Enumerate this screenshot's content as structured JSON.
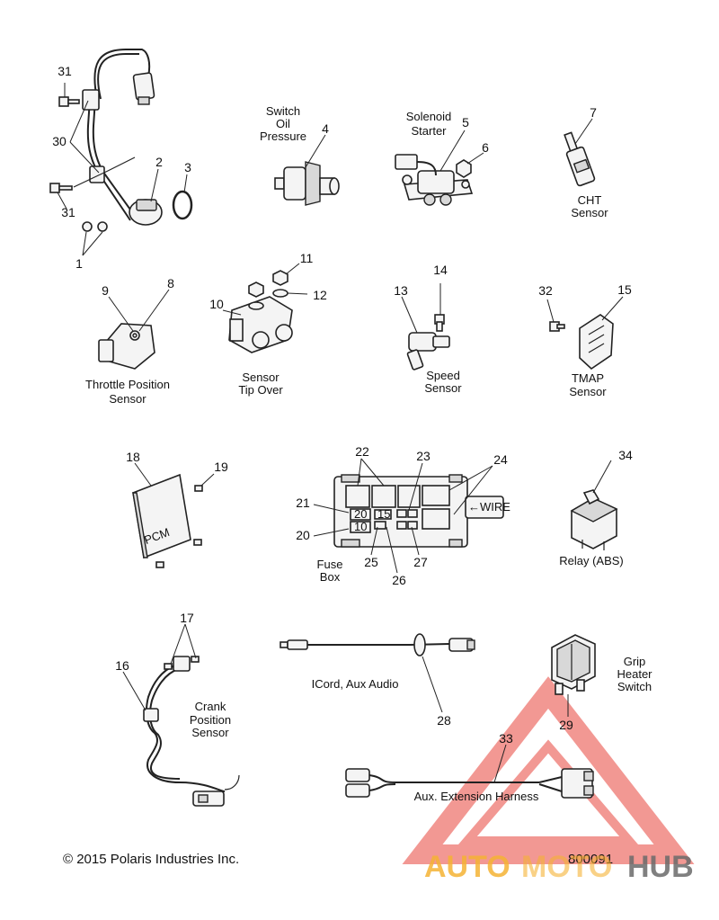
{
  "labels": {
    "switch_oil_pressure": [
      "Switch",
      "Oil",
      "Pressure"
    ],
    "solenoid_starter": [
      "Solenoid",
      "Starter"
    ],
    "cht_sensor": [
      "CHT",
      "Sensor"
    ],
    "throttle_position_sensor": [
      "Throttle Position",
      "Sensor"
    ],
    "sensor_tip_over": [
      "Sensor",
      "Tip Over"
    ],
    "speed_sensor": [
      "Speed",
      "Sensor"
    ],
    "tmap_sensor": [
      "TMAP",
      "Sensor"
    ],
    "fuse_box": [
      "Fuse",
      "Box"
    ],
    "relay_abs": "Relay (ABS)",
    "crank_position_sensor": [
      "Crank",
      "Position",
      "Sensor"
    ],
    "icord_aux_audio": "ICord, Aux Audio",
    "grip_heater_switch": [
      "Grip",
      "Heater",
      "Switch"
    ],
    "aux_extension_harness": "Aux. Extension Harness"
  },
  "part_text": {
    "pcm": "PCM",
    "wire_arrow": "←WIRE",
    "fuse_20": "20",
    "fuse_10": "10",
    "fuse_15": "15"
  },
  "callouts": {
    "c1": "1",
    "c2": "2",
    "c3": "3",
    "c4": "4",
    "c5": "5",
    "c6": "6",
    "c7": "7",
    "c8": "8",
    "c9": "9",
    "c10": "10",
    "c11": "11",
    "c12": "12",
    "c13": "13",
    "c14": "14",
    "c15": "15",
    "c16": "16",
    "c17": "17",
    "c18": "18",
    "c19": "19",
    "c20": "20",
    "c21": "21",
    "c22": "22",
    "c23": "23",
    "c24": "24",
    "c25": "25",
    "c26": "26",
    "c27": "27",
    "c28": "28",
    "c29": "29",
    "c30": "30",
    "c31a": "31",
    "c31b": "31",
    "c32": "32",
    "c33": "33",
    "c34": "34"
  },
  "footer": {
    "copyright": "© 2015 Polaris Industries Inc.",
    "drawing_number": "800091"
  },
  "watermark": {
    "text_a": "AUTO",
    "text_b": "MOTO",
    "text_c": "HUB",
    "color_primary": "#e8453c",
    "color_secondary": "#f5b335",
    "color_tertiary": "#6b6b6b"
  }
}
